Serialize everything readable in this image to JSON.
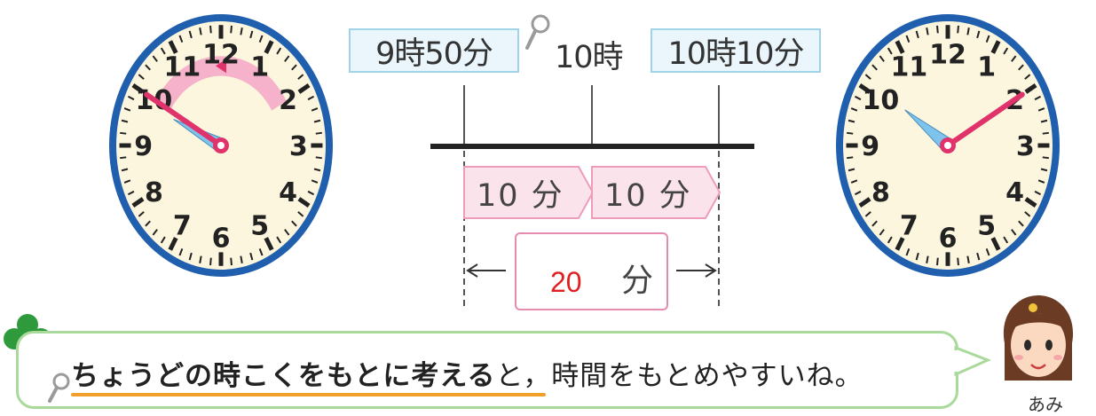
{
  "timeline": {
    "start_label": "9時50分",
    "mid_label": "10時",
    "end_label": "10時10分",
    "segment1": "10 分",
    "segment2": "10 分",
    "answer_value": "20",
    "answer_unit": "分"
  },
  "clock_left": {
    "hour": 9,
    "minute": 50,
    "numbers": [
      "12",
      "1",
      "2",
      "3",
      "4",
      "5",
      "6",
      "7",
      "8",
      "9",
      "10",
      "11"
    ]
  },
  "clock_right": {
    "hour": 10,
    "minute": 10,
    "numbers": [
      "12",
      "1",
      "2",
      "3",
      "4",
      "5",
      "6",
      "7",
      "8",
      "9",
      "10",
      "11"
    ]
  },
  "speech": {
    "emphasis": "ちょうどの時こくをもとに考える",
    "rest": "と，時間をもとめやすいね。",
    "speaker": "あみ"
  },
  "colors": {
    "clock_border": "#1f5fae",
    "clock_face": "#fdf6de",
    "minute_hand": "#e0336b",
    "hour_hand": "#7ec3ec",
    "arc_pink": "#f4a6c7",
    "label_box_border": "#9fd3e6",
    "segment_pink": "#fbe3ec",
    "bubble_border": "#a9d99b",
    "underline": "#f0a02a",
    "answer_value": "#e02020"
  }
}
